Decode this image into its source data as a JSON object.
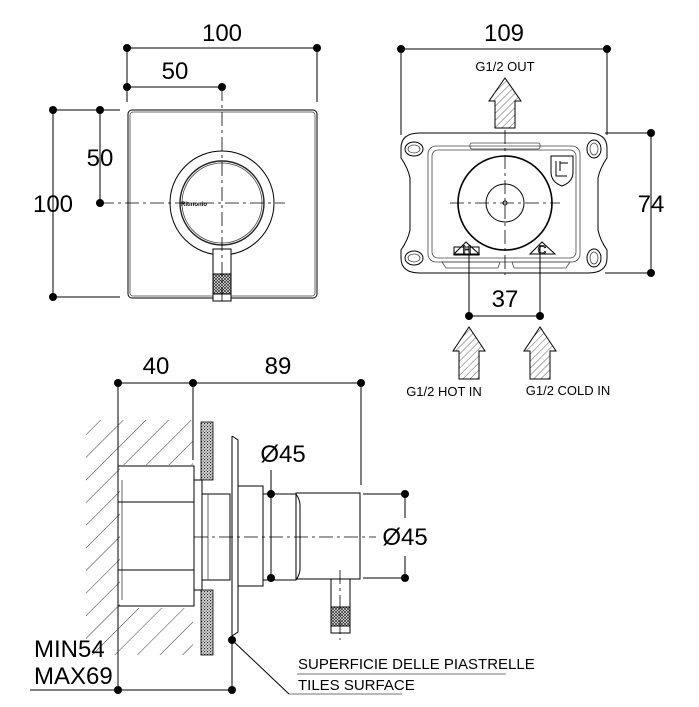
{
  "front_view": {
    "width_dim": "100",
    "center_x_dim": "50",
    "height_dim": "100",
    "center_y_dim": "50",
    "brand_mark": "Ritmonio"
  },
  "rear_view": {
    "width_dim": "109",
    "height_dim": "74",
    "inlet_spacing_dim": "37",
    "outlet_label": "G1/2 OUT",
    "hot_inlet_label": "G1/2 HOT IN",
    "cold_inlet_label": "G1/2 COLD IN",
    "hot_marker": "H",
    "cold_marker": "C"
  },
  "side_view": {
    "wall_depth_dim": "40",
    "projection_dim": "89",
    "stem_diameter_dim": "Ø45",
    "body_diameter_dim": "Ø45",
    "min_depth": "MIN54",
    "max_depth": "MAX69",
    "tiles_surface_it": "SUPERFICIE DELLE PIASTRELLE",
    "tiles_surface_en": "TILES SURFACE"
  },
  "colors": {
    "line": "#000000",
    "background": "#ffffff"
  }
}
